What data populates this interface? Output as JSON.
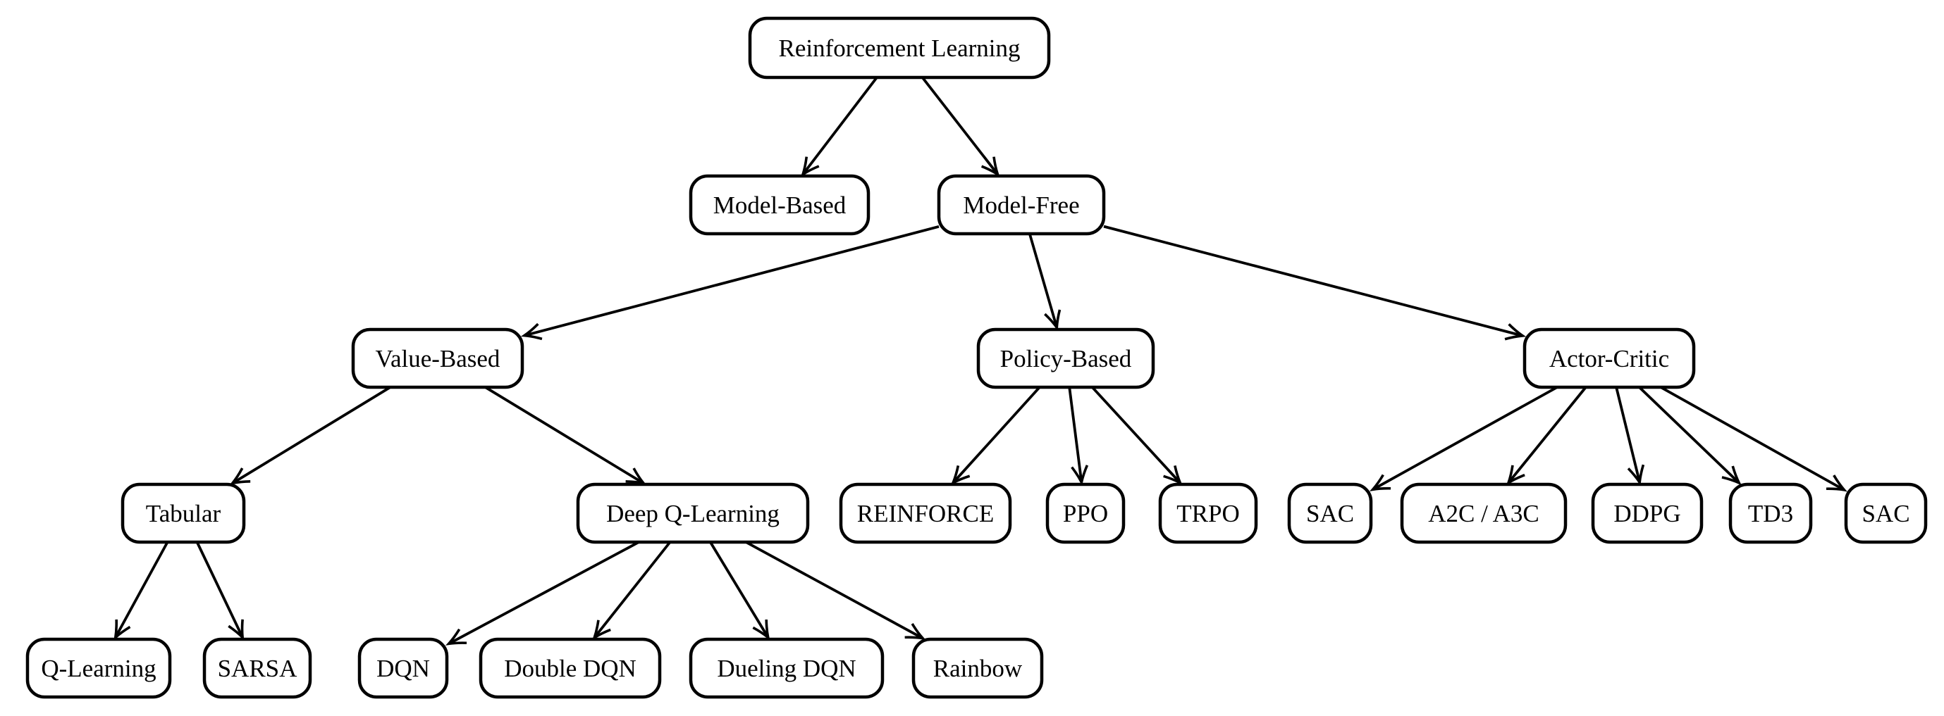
{
  "diagram": {
    "type": "tree",
    "background_color": "#ffffff",
    "node_fill_color": "#ffffff",
    "node_stroke_color": "#000000",
    "edge_color": "#000000",
    "text_color": "#000000",
    "nodes": [
      {
        "id": "reinforcement-learning",
        "label": "Reinforcement Learning"
      },
      {
        "id": "model-based",
        "label": "Model-Based"
      },
      {
        "id": "model-free",
        "label": "Model-Free"
      },
      {
        "id": "value-based",
        "label": "Value-Based"
      },
      {
        "id": "policy-based",
        "label": "Policy-Based"
      },
      {
        "id": "actor-critic",
        "label": "Actor-Critic"
      },
      {
        "id": "tabular",
        "label": "Tabular"
      },
      {
        "id": "deep-q-learning",
        "label": "Deep Q-Learning"
      },
      {
        "id": "reinforce",
        "label": "REINFORCE"
      },
      {
        "id": "ppo",
        "label": "PPO"
      },
      {
        "id": "trpo",
        "label": "TRPO"
      },
      {
        "id": "sac-left",
        "label": "SAC"
      },
      {
        "id": "a2c-a3c",
        "label": "A2C / A3C"
      },
      {
        "id": "ddpg",
        "label": "DDPG"
      },
      {
        "id": "td3",
        "label": "TD3"
      },
      {
        "id": "sac-right",
        "label": "SAC"
      },
      {
        "id": "q-learning",
        "label": "Q-Learning"
      },
      {
        "id": "sarsa",
        "label": "SARSA"
      },
      {
        "id": "dqn",
        "label": "DQN"
      },
      {
        "id": "double-dqn",
        "label": "Double DQN"
      },
      {
        "id": "dueling-dqn",
        "label": "Dueling DQN"
      },
      {
        "id": "rainbow",
        "label": "Rainbow"
      }
    ],
    "edges": [
      {
        "from": "reinforcement-learning",
        "to": "model-based"
      },
      {
        "from": "reinforcement-learning",
        "to": "model-free"
      },
      {
        "from": "model-free",
        "to": "value-based"
      },
      {
        "from": "model-free",
        "to": "policy-based"
      },
      {
        "from": "model-free",
        "to": "actor-critic"
      },
      {
        "from": "value-based",
        "to": "tabular"
      },
      {
        "from": "value-based",
        "to": "deep-q-learning"
      },
      {
        "from": "policy-based",
        "to": "reinforce"
      },
      {
        "from": "policy-based",
        "to": "ppo"
      },
      {
        "from": "policy-based",
        "to": "trpo"
      },
      {
        "from": "actor-critic",
        "to": "sac-left"
      },
      {
        "from": "actor-critic",
        "to": "a2c-a3c"
      },
      {
        "from": "actor-critic",
        "to": "ddpg"
      },
      {
        "from": "actor-critic",
        "to": "td3"
      },
      {
        "from": "actor-critic",
        "to": "sac-right"
      },
      {
        "from": "tabular",
        "to": "q-learning"
      },
      {
        "from": "tabular",
        "to": "sarsa"
      },
      {
        "from": "deep-q-learning",
        "to": "dqn"
      },
      {
        "from": "deep-q-learning",
        "to": "double-dqn"
      },
      {
        "from": "deep-q-learning",
        "to": "dueling-dqn"
      },
      {
        "from": "deep-q-learning",
        "to": "rainbow"
      }
    ]
  }
}
